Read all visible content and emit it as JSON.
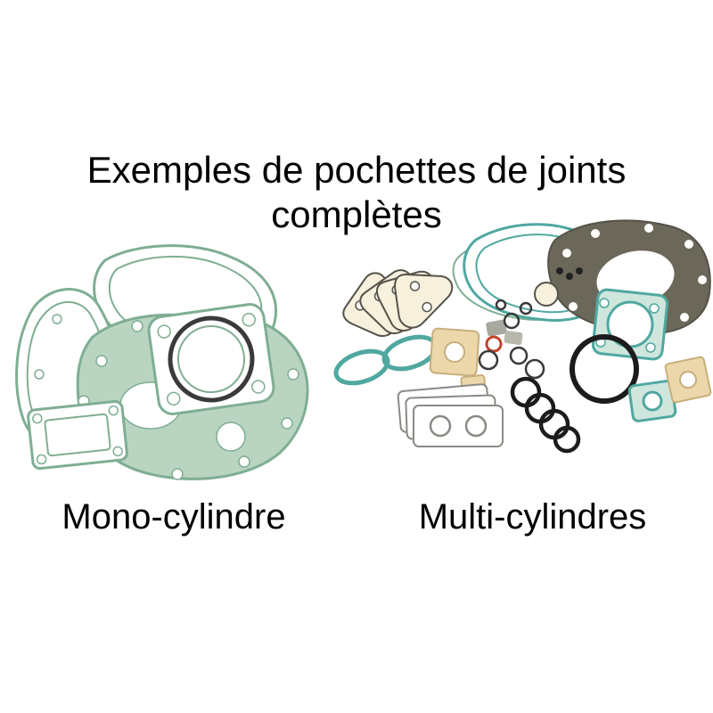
{
  "title": {
    "line1": "Exemples de pochettes de joints",
    "line2": "complètes"
  },
  "labels": {
    "left": "Mono-cylindre",
    "right": "Multi-cylindres"
  },
  "colors": {
    "background": "#ffffff",
    "text": "#000000",
    "gasket_green": "#b9d5c1",
    "gasket_green_dark": "#7fae93",
    "gasket_teal": "#4fa8a0",
    "gasket_teal_light": "#cfe6dd",
    "gasket_beige": "#ecd7ab",
    "gasket_beige_dark": "#c9ae7c",
    "gasket_dark": "#6b685a",
    "gasket_cream": "#f6f0dd",
    "oring_black": "#1c1c1c",
    "outline_grey": "#8a8a84"
  }
}
